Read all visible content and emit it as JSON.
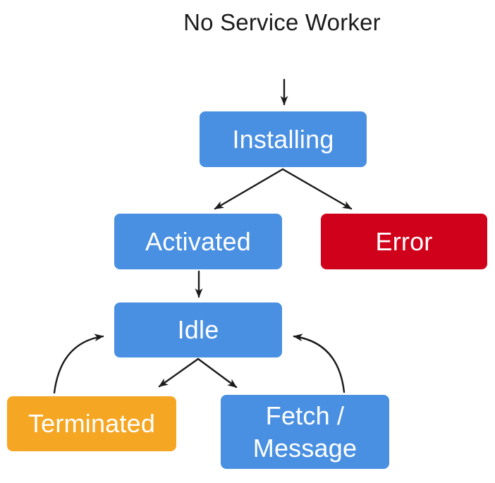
{
  "diagram": {
    "title": "No Service Worker",
    "arrow_color": "#1a1a1a",
    "title_color": "#1b1b1b",
    "node_text_color": "#ffffff",
    "palette": {
      "blue": "#4A90E2",
      "red": "#D0021B",
      "orange": "#F5A623"
    },
    "nodes": {
      "installing": {
        "label": "Installing",
        "color": "#4A90E2"
      },
      "activated": {
        "label": "Activated",
        "color": "#4A90E2"
      },
      "error": {
        "label": "Error",
        "color": "#D0021B"
      },
      "idle": {
        "label": "Idle",
        "color": "#4A90E2"
      },
      "terminated": {
        "label": "Terminated",
        "color": "#F5A623"
      },
      "fetch_message": {
        "label": "Fetch / Message",
        "color": "#4A90E2"
      }
    },
    "edges": [
      {
        "from": "No Service Worker",
        "to": "Installing"
      },
      {
        "from": "Installing",
        "to": "Activated"
      },
      {
        "from": "Installing",
        "to": "Error"
      },
      {
        "from": "Activated",
        "to": "Idle"
      },
      {
        "from": "Idle",
        "to": "Terminated"
      },
      {
        "from": "Idle",
        "to": "Fetch / Message"
      },
      {
        "from": "Terminated",
        "to": "Idle"
      },
      {
        "from": "Fetch / Message",
        "to": "Idle"
      }
    ]
  }
}
